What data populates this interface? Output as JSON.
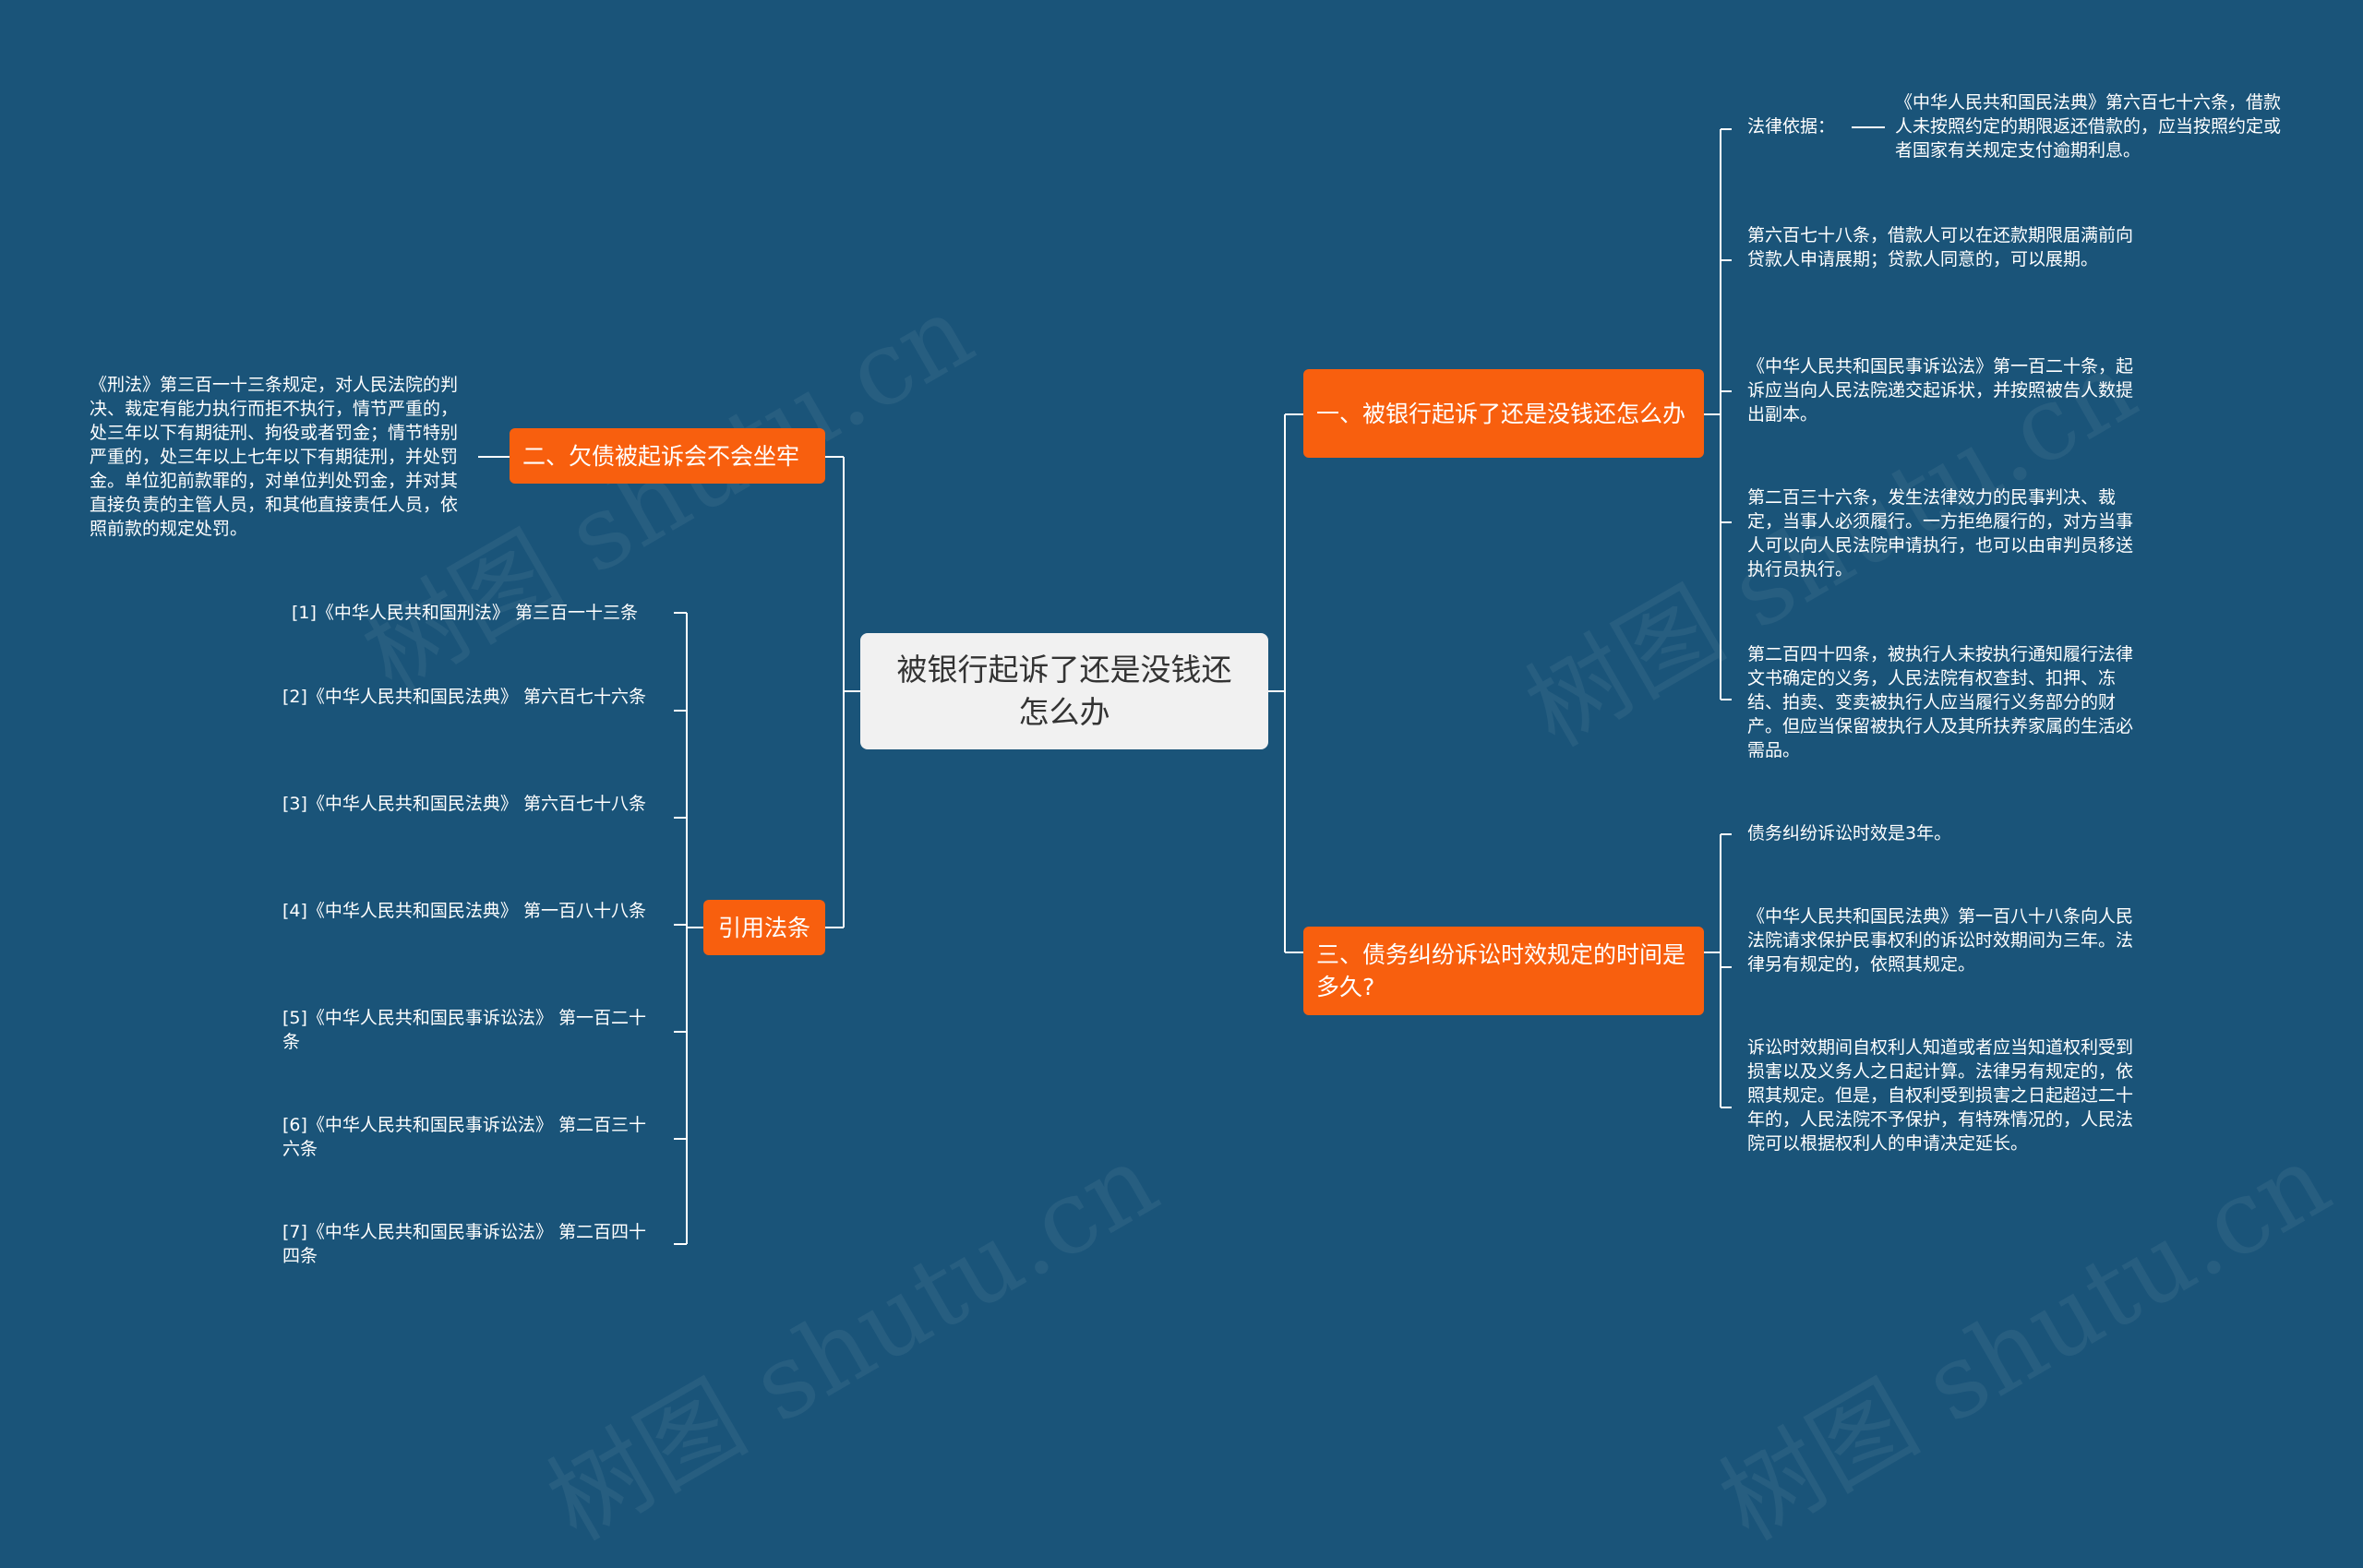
{
  "root": {
    "title": "被银行起诉了还是没钱还怎么办"
  },
  "watermark": "树图 shutu.cn",
  "colors": {
    "background": "#1a5479",
    "topic": "#f85f0e",
    "root": "#f1f1f1",
    "line": "#ffffff"
  },
  "branches": {
    "b1": {
      "label": "一、被银行起诉了还是没钱还怎么办",
      "law_basis_label": "法律依据：",
      "law_basis_text": "《中华人民共和国民法典》第六百七十六条，借款人未按照约定的期限返还借款的，应当按照约定或者国家有关规定支付逾期利息。",
      "items": [
        "第六百七十八条，借款人可以在还款期限届满前向贷款人申请展期；贷款人同意的，可以展期。",
        "《中华人民共和国民事诉讼法》第一百二十条，起诉应当向人民法院递交起诉状，并按照被告人数提出副本。",
        "第二百三十六条，发生法律效力的民事判决、裁定，当事人必须履行。一方拒绝履行的，对方当事人可以向人民法院申请执行，也可以由审判员移送执行员执行。",
        "第二百四十四条，被执行人未按执行通知履行法律文书确定的义务，人民法院有权查封、扣押、冻结、拍卖、变卖被执行人应当履行义务部分的财产。但应当保留被执行人及其所扶养家属的生活必需品。"
      ]
    },
    "b2": {
      "label": "二、欠债被起诉会不会坐牢",
      "text": "《刑法》第三百一十三条规定，对人民法院的判决、裁定有能力执行而拒不执行，情节严重的，处三年以下有期徒刑、拘役或者罚金；情节特别严重的，处三年以上七年以下有期徒刑，并处罚金。单位犯前款罪的，对单位判处罚金，并对其直接负责的主管人员，和其他直接责任人员，依照前款的规定处罚。"
    },
    "b3": {
      "label": "三、债务纠纷诉讼时效规定的时间是多久?",
      "items": [
        "债务纠纷诉讼时效是3年。",
        "《中华人民共和国民法典》第一百八十八条向人民法院请求保护民事权利的诉讼时效期间为三年。法律另有规定的，依照其规定。",
        "诉讼时效期间自权利人知道或者应当知道权利受到损害以及义务人之日起计算。法律另有规定的，依照其规定。但是，自权利受到损害之日起超过二十年的，人民法院不予保护，有特殊情况的，人民法院可以根据权利人的申请决定延长。"
      ]
    },
    "refs": {
      "label": "引用法条",
      "items": [
        "[1]《中华人民共和国刑法》 第三百一十三条",
        "[2]《中华人民共和国民法典》 第六百七十六条",
        "[3]《中华人民共和国民法典》 第六百七十八条",
        "[4]《中华人民共和国民法典》 第一百八十八条",
        "[5]《中华人民共和国民事诉讼法》 第一百二十条",
        "[6]《中华人民共和国民事诉讼法》 第二百三十六条",
        "[7]《中华人民共和国民事诉讼法》 第二百四十四条"
      ]
    }
  }
}
